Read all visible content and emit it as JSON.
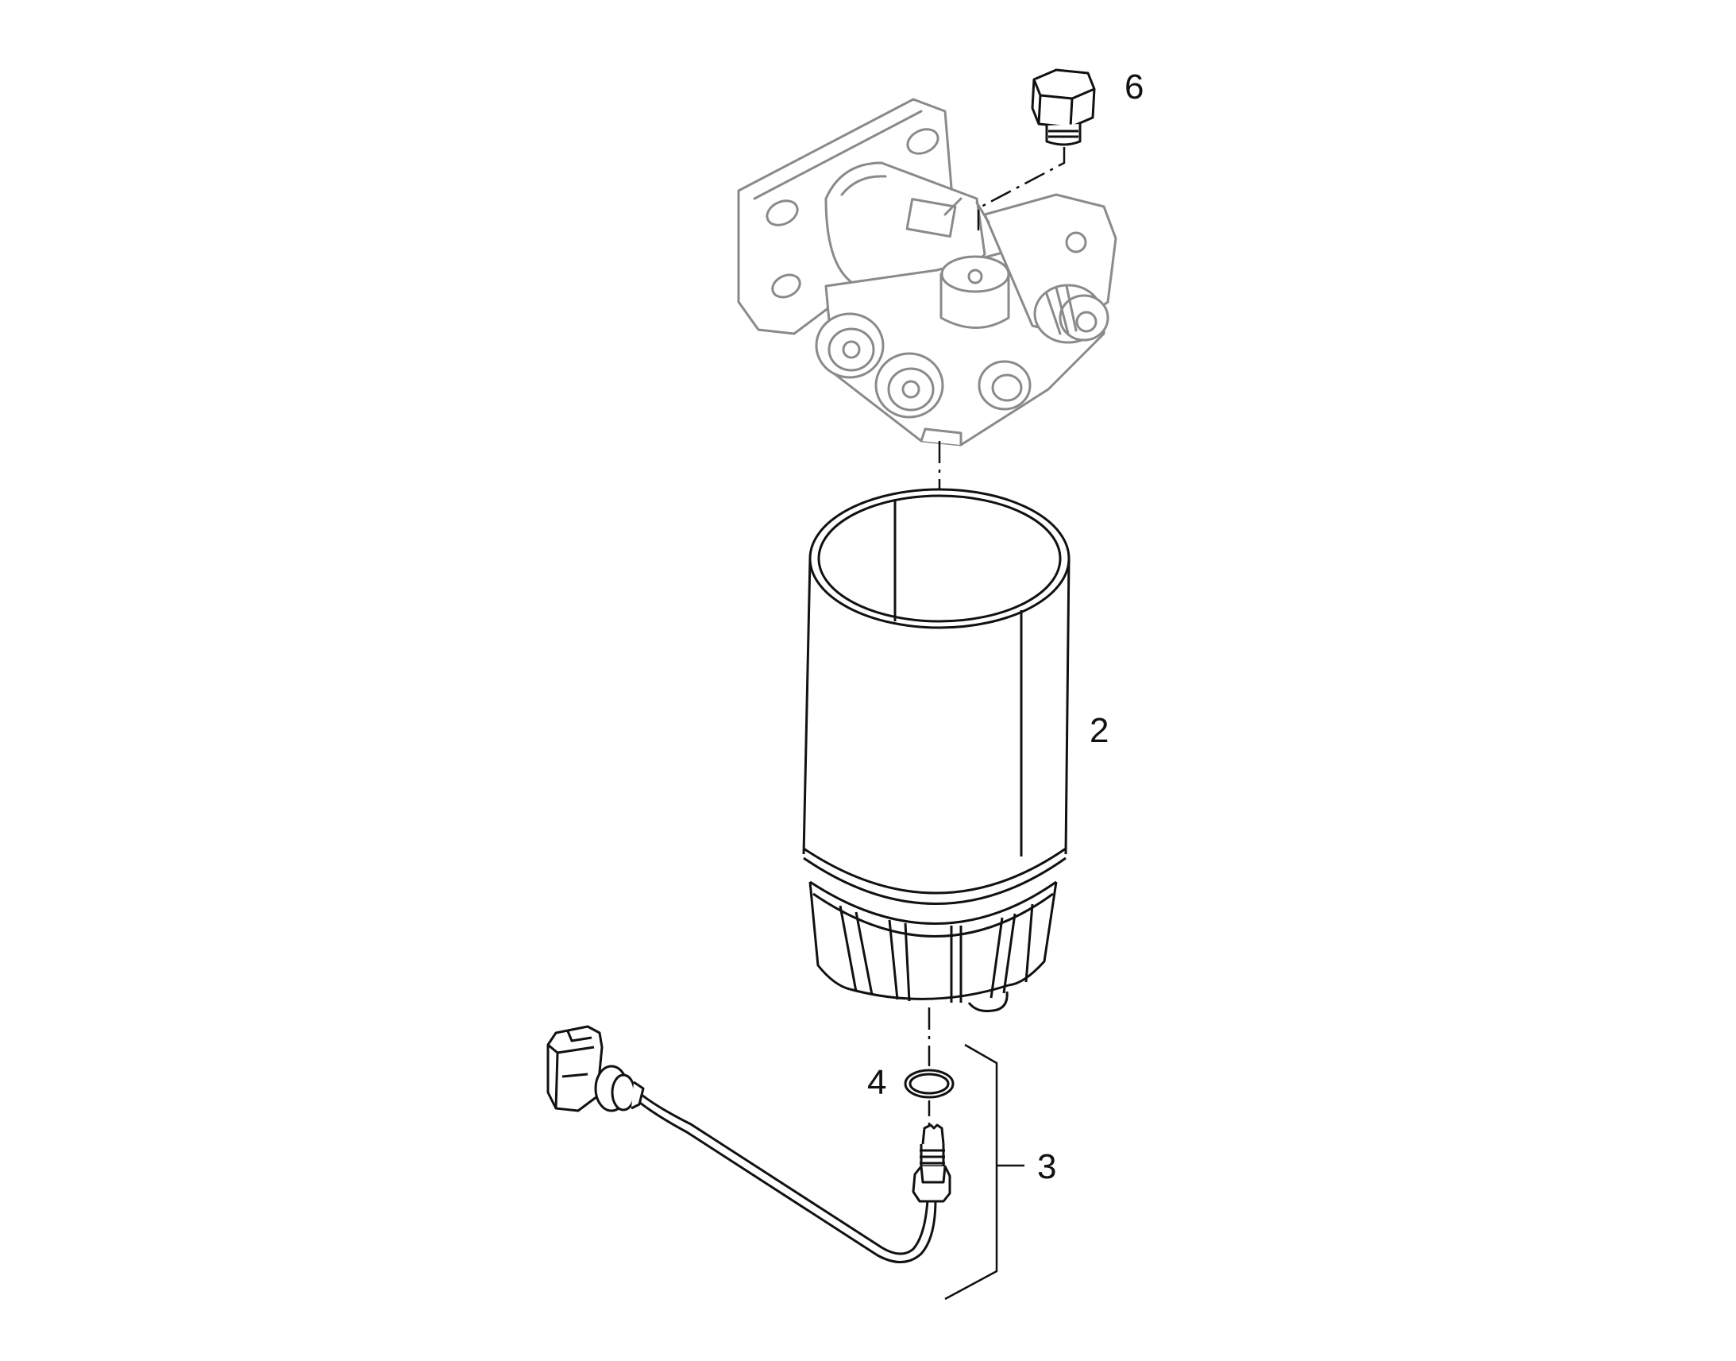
{
  "callouts": [
    {
      "id": "6"
    },
    {
      "id": "2"
    },
    {
      "id": "4"
    },
    {
      "id": "3"
    }
  ],
  "colors": {
    "line": "#111111",
    "housing_line": "#8a8a8a",
    "background": "#ffffff"
  },
  "icons": [
    "fuel-filter-head",
    "filter-cartridge",
    "plug",
    "o-ring",
    "water-sensor",
    "connector"
  ]
}
